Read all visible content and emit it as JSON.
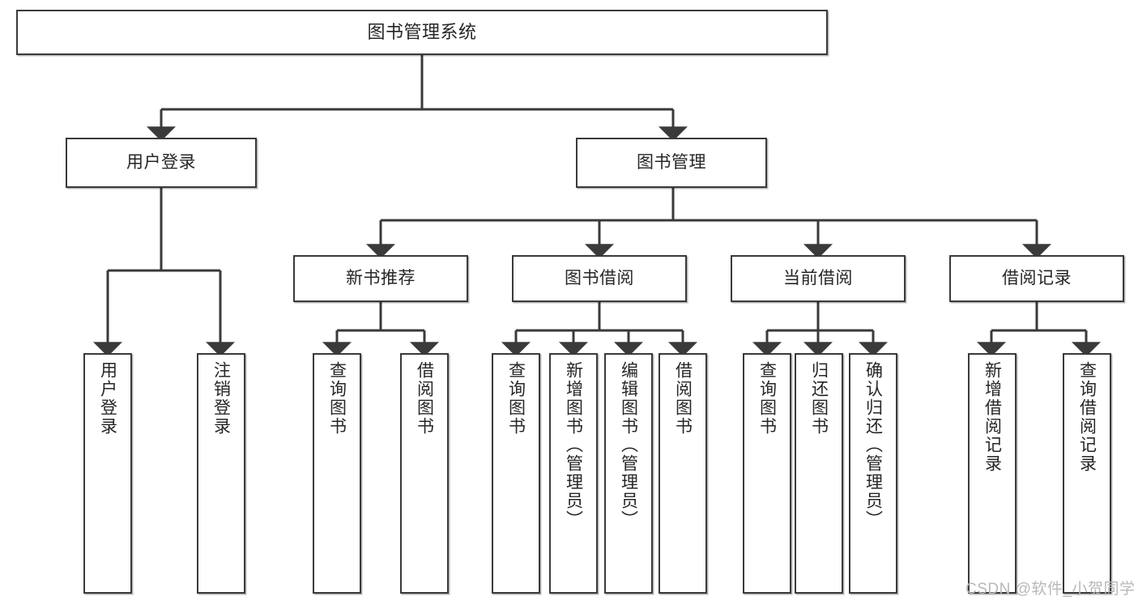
{
  "diagram": {
    "type": "tree-hierarchy",
    "title": "图书管理系统",
    "colors": {
      "box_border": "#3a3a3a",
      "box_fill": "#ffffff",
      "connector": "#3a3a3a",
      "text": "#262626",
      "watermark": "#b8b8b8"
    },
    "root": {
      "label": "图书管理系统"
    },
    "level2": [
      {
        "label": "用户登录"
      },
      {
        "label": "图书管理"
      }
    ],
    "level3": [
      {
        "label": "新书推荐"
      },
      {
        "label": "图书借阅"
      },
      {
        "label": "当前借阅"
      },
      {
        "label": "借阅记录"
      }
    ],
    "leaves": {
      "user_login": [
        {
          "label": "用户登录"
        },
        {
          "label": "注销登录"
        }
      ],
      "new_book_recommend": [
        {
          "label": "查询图书"
        },
        {
          "label": "借阅图书"
        }
      ],
      "book_borrow": [
        {
          "label": "查询图书"
        },
        {
          "label": "新增图书（管理员）"
        },
        {
          "label": "编辑图书（管理员）"
        },
        {
          "label": "借阅图书"
        }
      ],
      "current_borrow": [
        {
          "label": "查询图书"
        },
        {
          "label": "归还图书"
        },
        {
          "label": "确认归还（管理员）"
        }
      ],
      "borrow_record": [
        {
          "label": "新增借阅记录"
        },
        {
          "label": "查询借阅记录"
        }
      ]
    }
  },
  "watermark": {
    "text": "CSDN @软件_小贺同学"
  }
}
